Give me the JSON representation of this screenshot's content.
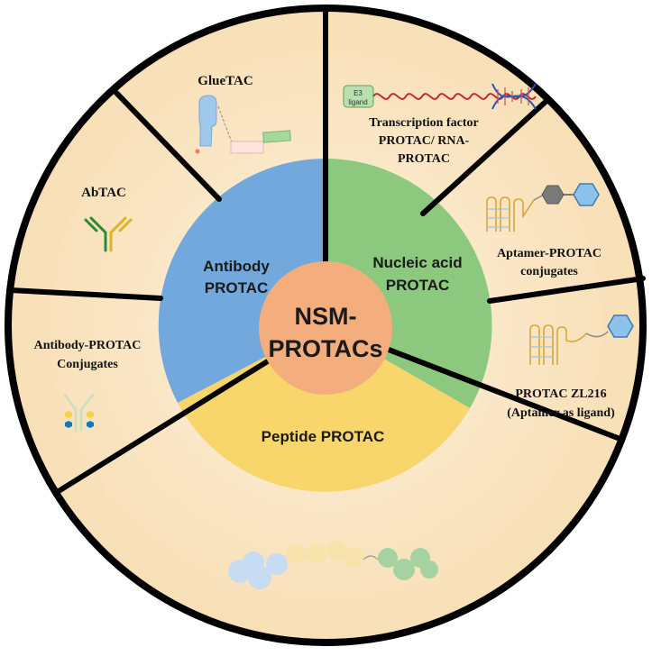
{
  "center": {
    "line1": "NSM-",
    "line2": "PROTACs"
  },
  "categories": {
    "antibody": {
      "line1": "Antibody",
      "line2": "PROTAC"
    },
    "nucleic_acid": {
      "line1": "Nucleic acid",
      "line2": "PROTAC"
    },
    "peptide": {
      "label": "Peptide PROTAC"
    }
  },
  "outer": {
    "gluetac": {
      "label": "GlueTAC"
    },
    "abtac": {
      "label": "AbTAC"
    },
    "antibody_protac_conjugates": {
      "line1": "Antibody-PROTAC",
      "line2": "Conjugates"
    },
    "transcription_factor": {
      "line1": "Transcription factor",
      "line2": "PROTAC/ RNA-",
      "line3": "PROTAC",
      "e3_line1": "E3",
      "e3_line2": "ligand"
    },
    "aptamer_protac_conjugates": {
      "line1": "Aptamer-PROTAC",
      "line2": "conjugates"
    },
    "protac_zl216": {
      "line1": "PROTAC ZL216",
      "line2": "(Aptamer as ligand)"
    }
  },
  "colors": {
    "outer_fill": "#fbe9cc",
    "antibody": "#73a8dc",
    "nucleic_acid": "#8cc97f",
    "peptide": "#f9d66c",
    "center": "#f4ae7e",
    "border": "#000000"
  }
}
